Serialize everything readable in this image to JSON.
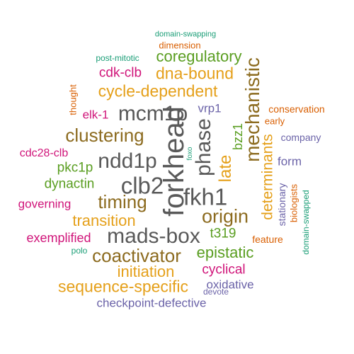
{
  "colors": {
    "gray": "#595959",
    "brown": "#8c6b1f",
    "orange": "#e5a01a",
    "green": "#5a9e21",
    "magenta": "#d0157a",
    "purple": "#6b63a8",
    "teal": "#1b9e77",
    "rust": "#d95f02"
  },
  "words": [
    {
      "text": "domain-swapping",
      "color": "teal"
    },
    {
      "text": "dimension",
      "color": "rust"
    },
    {
      "text": "post-mitotic",
      "color": "teal"
    },
    {
      "text": "coregulatory",
      "color": "green"
    },
    {
      "text": "cdk-clb",
      "color": "magenta"
    },
    {
      "text": "dna-bound",
      "color": "orange"
    },
    {
      "text": "thought",
      "color": "rust"
    },
    {
      "text": "cycle-dependent",
      "color": "orange"
    },
    {
      "text": "mechanistic",
      "color": "brown"
    },
    {
      "text": "vrp1",
      "color": "purple"
    },
    {
      "text": "conservation",
      "color": "rust"
    },
    {
      "text": "elk-1",
      "color": "magenta"
    },
    {
      "text": "mcm1p",
      "color": "gray"
    },
    {
      "text": "early",
      "color": "rust"
    },
    {
      "text": "phase",
      "color": "gray"
    },
    {
      "text": "forkhead",
      "color": "gray"
    },
    {
      "text": "clustering",
      "color": "brown"
    },
    {
      "text": "bzz1",
      "color": "green"
    },
    {
      "text": "company",
      "color": "purple"
    },
    {
      "text": "determinants",
      "color": "orange"
    },
    {
      "text": "cdc28-clb",
      "color": "magenta"
    },
    {
      "text": "ndd1p",
      "color": "gray"
    },
    {
      "text": "foxo",
      "color": "teal"
    },
    {
      "text": "late",
      "color": "orange"
    },
    {
      "text": "form",
      "color": "purple"
    },
    {
      "text": "pkc1p",
      "color": "green"
    },
    {
      "text": "dynactin",
      "color": "green"
    },
    {
      "text": "clb2",
      "color": "gray"
    },
    {
      "text": "stationary",
      "color": "purple"
    },
    {
      "text": "biologists",
      "color": "rust"
    },
    {
      "text": "timing",
      "color": "brown"
    },
    {
      "text": "fkh1",
      "color": "gray"
    },
    {
      "text": "governing",
      "color": "magenta"
    },
    {
      "text": "domain-swapped",
      "color": "teal"
    },
    {
      "text": "transition",
      "color": "orange"
    },
    {
      "text": "origin",
      "color": "brown"
    },
    {
      "text": "exemplified",
      "color": "magenta"
    },
    {
      "text": "mads-box",
      "color": "gray"
    },
    {
      "text": "t319",
      "color": "green"
    },
    {
      "text": "feature",
      "color": "rust"
    },
    {
      "text": "polo",
      "color": "teal"
    },
    {
      "text": "coactivator",
      "color": "brown"
    },
    {
      "text": "epistatic",
      "color": "green"
    },
    {
      "text": "initiation",
      "color": "orange"
    },
    {
      "text": "cyclical",
      "color": "magenta"
    },
    {
      "text": "sequence-specific",
      "color": "orange"
    },
    {
      "text": "oxidative",
      "color": "purple"
    },
    {
      "text": "devote",
      "color": "purple"
    },
    {
      "text": "checkpoint-defective",
      "color": "purple"
    }
  ]
}
